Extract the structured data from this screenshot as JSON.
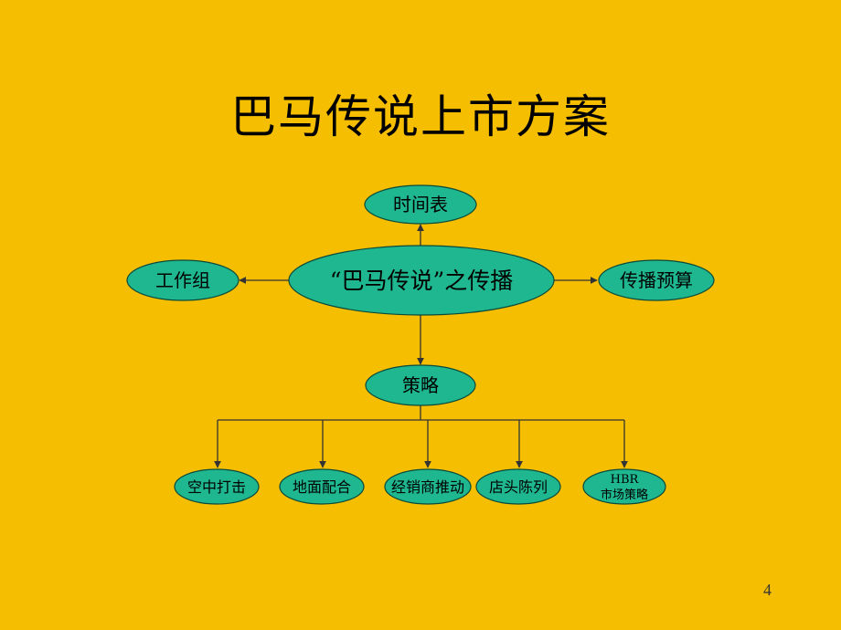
{
  "slide": {
    "title": "巴马传说上市方案",
    "page_number": "4"
  },
  "colors": {
    "background": "#F6BE00",
    "node_fill": "#1FB78F",
    "node_stroke": "#0A4A3B",
    "line": "#333333"
  },
  "diagram": {
    "center": "“巴马传说”之传播",
    "top": "时间表",
    "left": "工作组",
    "right": "传播预算",
    "strategy": "策略",
    "children": [
      {
        "lines": [
          "空中打击"
        ]
      },
      {
        "lines": [
          "地面配合"
        ]
      },
      {
        "lines": [
          "经销商推动"
        ]
      },
      {
        "lines": [
          "店头陈列"
        ]
      },
      {
        "lines": [
          "HBR",
          "市场策略"
        ]
      }
    ]
  }
}
